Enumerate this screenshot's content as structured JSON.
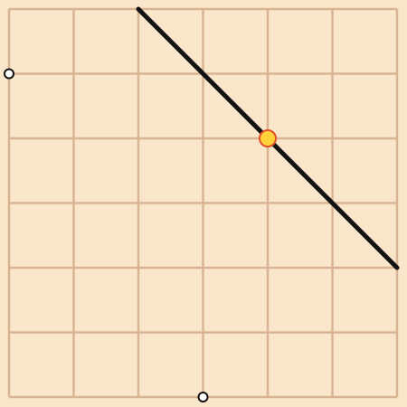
{
  "puzzle": {
    "grid": {
      "columns": 6,
      "rows": 6
    },
    "colors": {
      "background": "#f8e4c4",
      "board": "#fae6ca",
      "grid_line": "#d9b494",
      "segment": "#111111",
      "marker_fill": "#ffd23a",
      "marker_stroke": "#e0502a",
      "handle_fill": "#ffffff",
      "handle_stroke": "#111111"
    },
    "segment": {
      "from": [
        2,
        0
      ],
      "to": [
        6,
        4
      ]
    },
    "marker": {
      "at": [
        4,
        2
      ],
      "icon": "marker-dot-icon"
    },
    "handles": [
      {
        "name": "left-edge-handle",
        "at": [
          0,
          1
        ],
        "icon": "circle-handle-icon"
      },
      {
        "name": "bottom-edge-handle",
        "at": [
          3,
          6
        ],
        "icon": "circle-handle-icon"
      }
    ]
  }
}
